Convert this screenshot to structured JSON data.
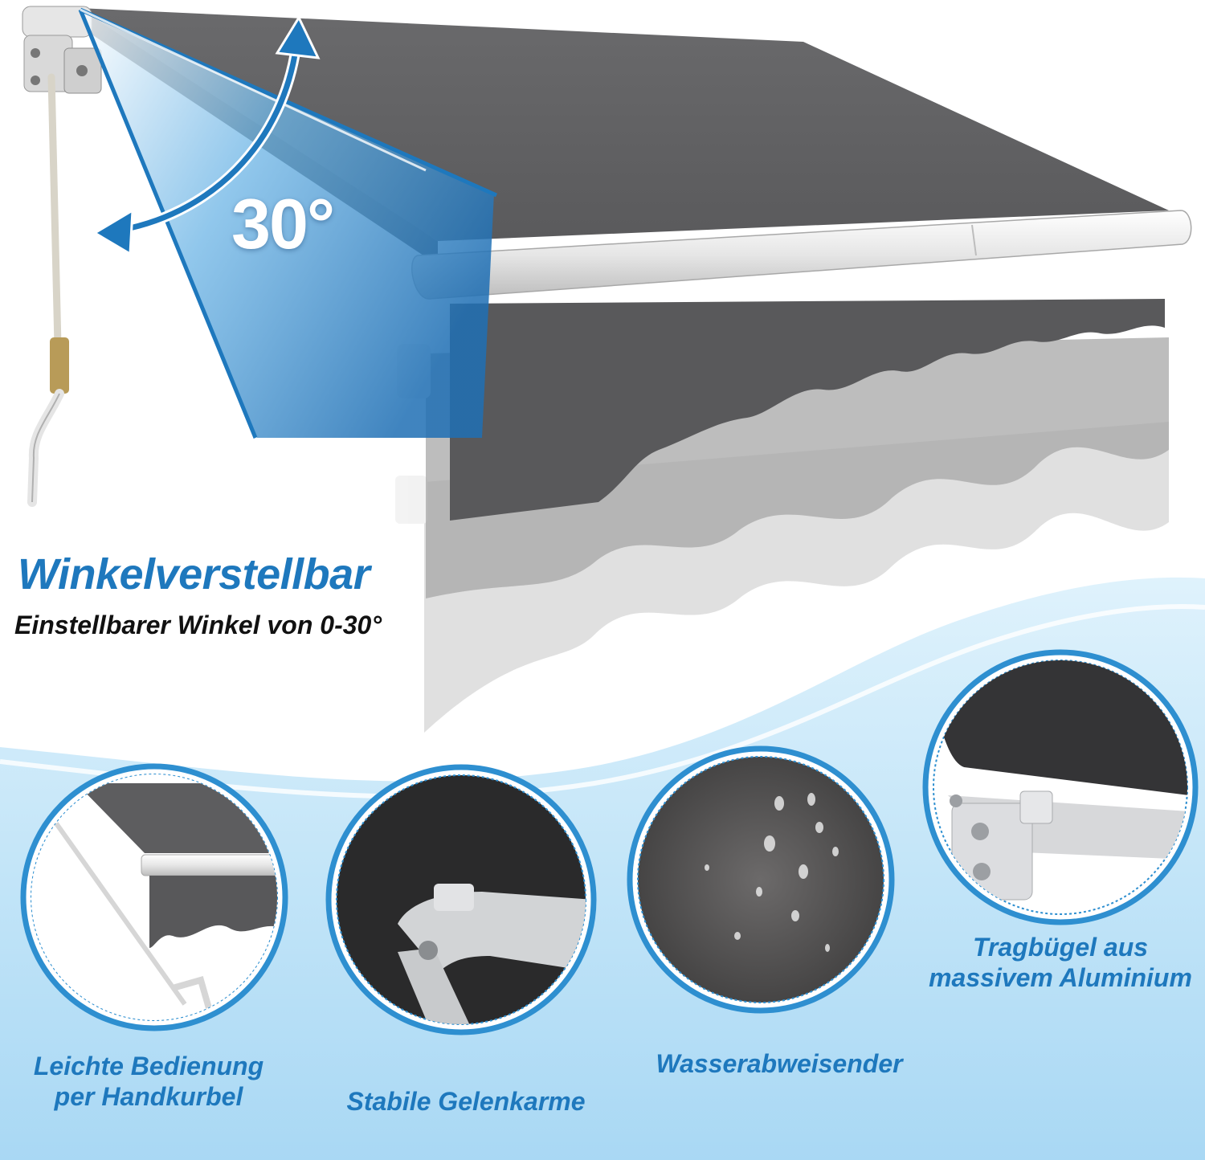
{
  "colors": {
    "accent_blue": "#1e78bd",
    "sky_light": "#cdeaf9",
    "fabric_gray": "#5f5f61",
    "frame_white": "#f2f2f2"
  },
  "headline": "Winkelverstellbar",
  "subline": "Einstellbarer Winkel von 0-30°",
  "angle_label": "30°",
  "features": [
    {
      "line1": "Leichte Bedienung",
      "line2": "per Handkurbel",
      "icon": "hand-crank-icon"
    },
    {
      "line1": "Stabile Gelenkarme",
      "icon": "folding-arm-icon"
    },
    {
      "line1": "Wasserabweisender",
      "icon": "water-drops-icon"
    },
    {
      "line1": "Tragbügel aus",
      "line2": "massivem Aluminium",
      "icon": "aluminium-bracket-icon"
    }
  ]
}
